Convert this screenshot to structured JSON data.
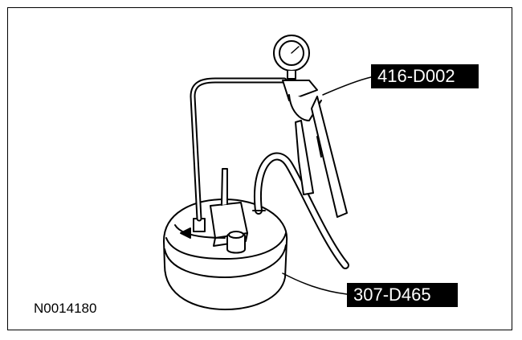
{
  "callouts": {
    "vacuum_pump": "416-D002",
    "vacuum_fixture": "307-D465"
  },
  "figure_id": "N0014180",
  "colors": {
    "stroke": "#000000",
    "fill": "#ffffff",
    "label_bg": "#000000",
    "label_text": "#ffffff"
  }
}
